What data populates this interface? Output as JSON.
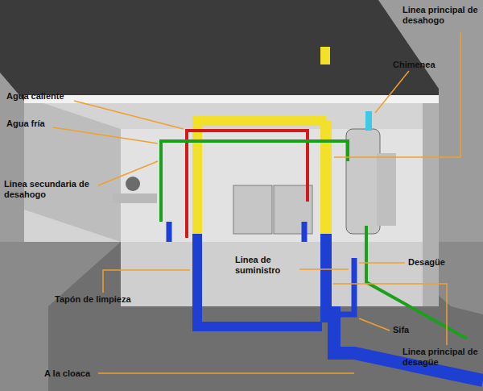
{
  "diagram": {
    "labels": [
      "Linea principal de desahogo",
      "Chimenea",
      "Agua caliente",
      "Agua fría",
      "Linea secundaria de desahogo",
      "Linea de suministro",
      "Desagüe",
      "Tapón de limpieza",
      "Sifa",
      "Linea principal de desagüe",
      "A la cloaca"
    ]
  }
}
